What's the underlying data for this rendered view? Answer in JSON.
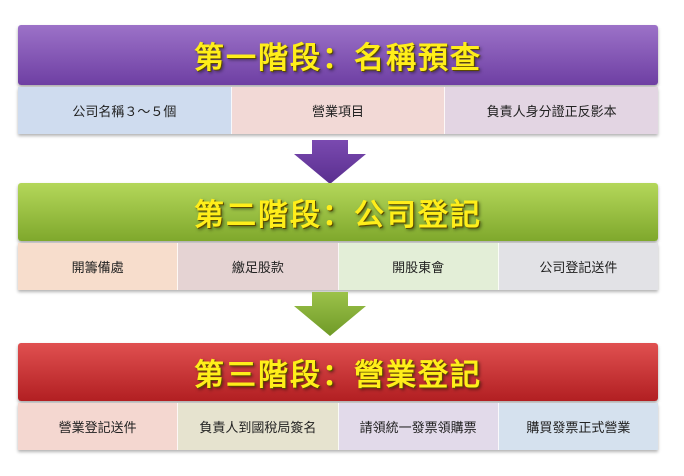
{
  "colors": {
    "stage1": "#7b4db0",
    "stage2": "#8fb73a",
    "stage3": "#c22b2b",
    "title_text": "#ffee1a"
  },
  "stages": [
    {
      "title": "第一階段：名稱預查",
      "items": [
        "公司名稱３～５個",
        "營業項目",
        "負責人身分證正反影本"
      ],
      "item_colors": [
        "#cfdcef",
        "#f2d9d6",
        "#e3d5e3"
      ]
    },
    {
      "title": "第二階段：公司登記",
      "items": [
        "開籌備處",
        "繳足股款",
        "開股東會",
        "公司登記送件"
      ],
      "item_colors": [
        "#f7ddcc",
        "#e5d3d3",
        "#e3eed7",
        "#e2e2e6"
      ]
    },
    {
      "title": "第三階段：營業登記",
      "items": [
        "營業登記送件",
        "負責人到國稅局簽名",
        "請領統一發票領購票",
        "購買發票正式營業"
      ],
      "item_colors": [
        "#f4d7d0",
        "#e6e3cf",
        "#e2daea",
        "#d5e1ee"
      ]
    }
  ]
}
